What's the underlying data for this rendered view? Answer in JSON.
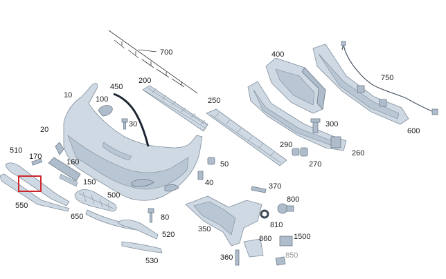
{
  "diagram": {
    "part_labels": {
      "p10": "10",
      "p20": "20",
      "p30": "30",
      "p40": "40",
      "p50": "50",
      "p80": "80",
      "p100": "100",
      "p150": "150",
      "p160": "160",
      "p170": "170",
      "p200": "200",
      "p250": "250",
      "p260": "260",
      "p270": "270",
      "p290": "290",
      "p300": "300",
      "p350": "350",
      "p360": "360",
      "p370": "370",
      "p400": "400",
      "p450": "450",
      "p500": "500",
      "p510": "510",
      "p520": "520",
      "p530": "530",
      "p550": "550",
      "p600": "600",
      "p650": "650",
      "p700": "700",
      "p750": "750",
      "p800": "800",
      "p810": "810",
      "p850": "850",
      "p860": "860",
      "p1500": "1500"
    },
    "colors": {
      "part_fill": "#cfd9e3",
      "part_stroke": "#7f8e9c",
      "highlight": "#d0262b",
      "label_dim": "#9a9a9a"
    }
  }
}
